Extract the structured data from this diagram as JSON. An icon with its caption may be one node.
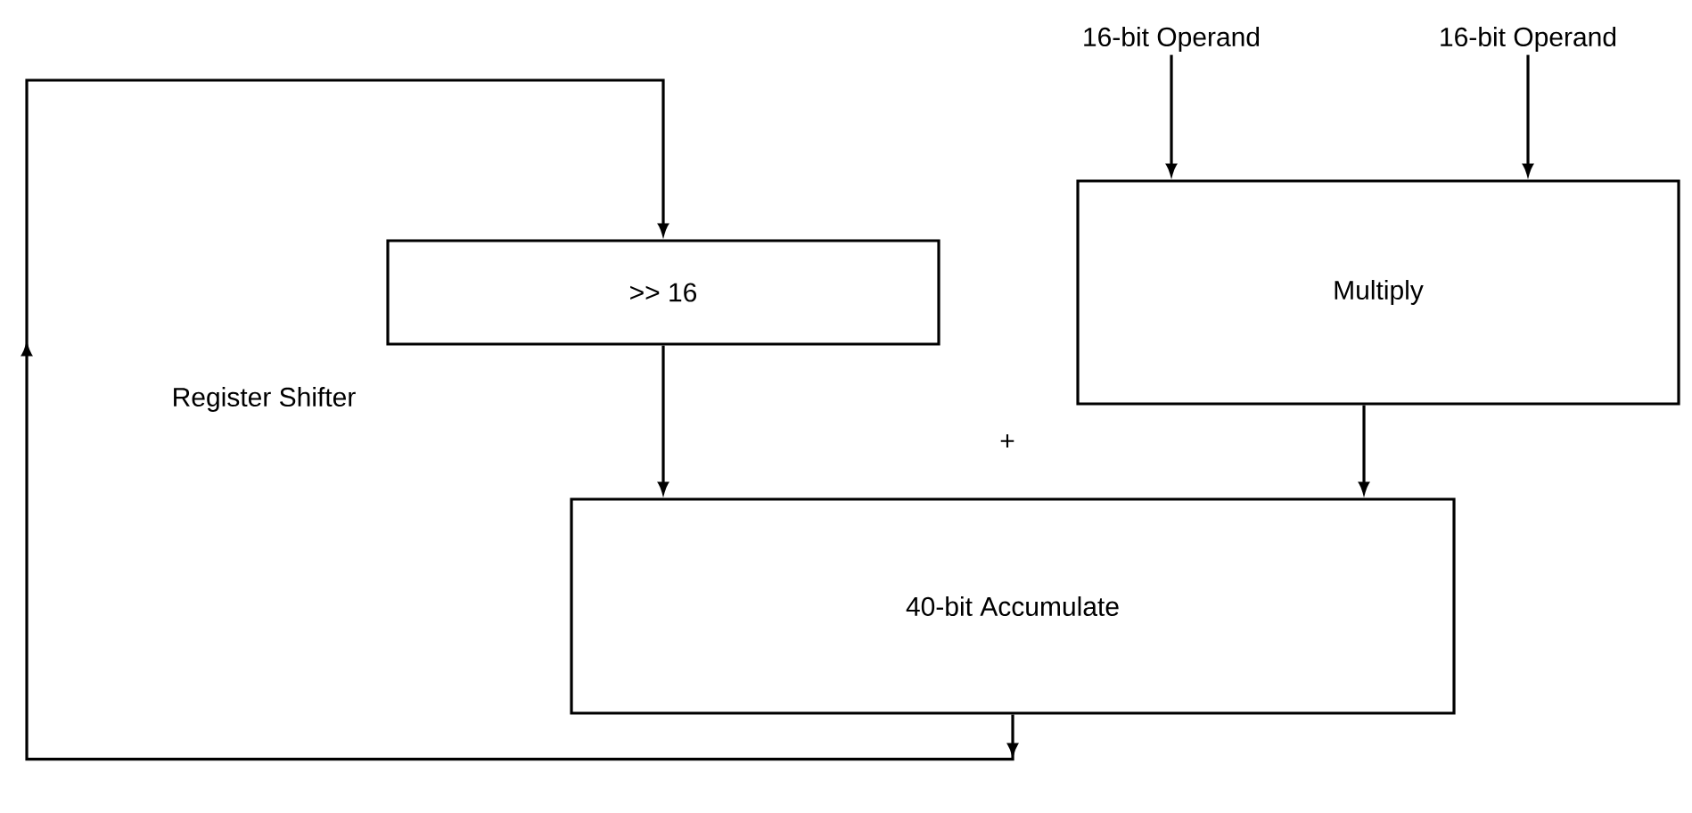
{
  "diagram": {
    "nodes": [
      {
        "text": [
          "16-bit Operand"
        ]
      },
      {
        "text": [
          "16-bit Operand"
        ]
      },
      {
        "text": [
          ">> 16"
        ]
      },
      {
        "text": [
          "Multiply"
        ]
      },
      {
        "text": [
          "40-bit Accumulate"
        ]
      }
    ],
    "edges": [
      {
        "from": 0,
        "to": 3,
        "arrow": "to"
      },
      {
        "from": 1,
        "to": 3,
        "arrow": "to"
      },
      {
        "from": 2,
        "to": 4,
        "arrow": "to"
      },
      {
        "from": 3,
        "to": 4,
        "arrow": "to"
      },
      {
        "from": 4,
        "to": 2,
        "arrow": "to"
      }
    ],
    "labels": [
      "Register Shifter",
      "+"
    ]
  }
}
